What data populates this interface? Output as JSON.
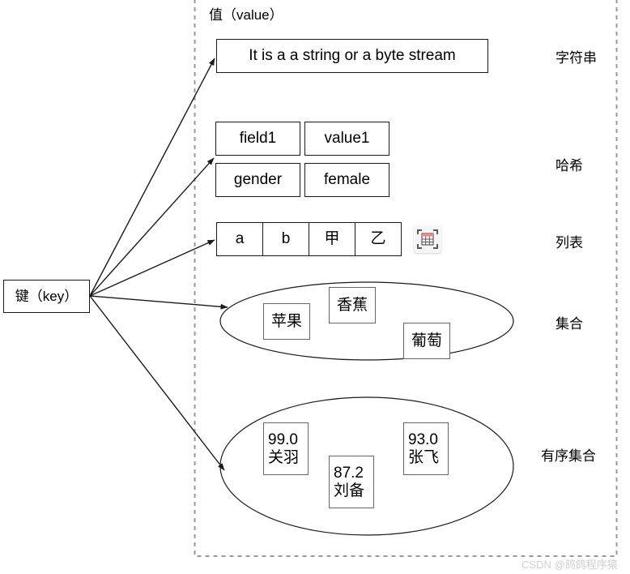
{
  "diagram": {
    "title_value": "值（value）",
    "key_node": "键（key）",
    "watermark": "CSDN @鸽鸽程序猿",
    "colors": {
      "stroke": "#1a1a1a",
      "gray_stroke": "#666666",
      "dashed_border": "#999999",
      "watermark": "#cfcfcf",
      "icon_accent": "#e98a8a"
    }
  },
  "string_type": {
    "label": "字符串",
    "value": "It is a a string or a byte stream"
  },
  "hash_type": {
    "label": "哈希",
    "rows": [
      {
        "field": "field1",
        "value": "value1"
      },
      {
        "field": "gender",
        "value": "female"
      }
    ]
  },
  "list_type": {
    "label": "列表",
    "items": [
      "a",
      "b",
      "甲",
      "乙"
    ],
    "icon": "insert-table-icon"
  },
  "set_type": {
    "label": "集合",
    "items": [
      "苹果",
      "香蕉",
      "葡萄"
    ]
  },
  "sorted_set_type": {
    "label": "有序集合",
    "items": [
      {
        "score": "99.0",
        "member": "关羽"
      },
      {
        "score": "87.2",
        "member": "刘备"
      },
      {
        "score": "93.0",
        "member": "张飞"
      }
    ]
  }
}
